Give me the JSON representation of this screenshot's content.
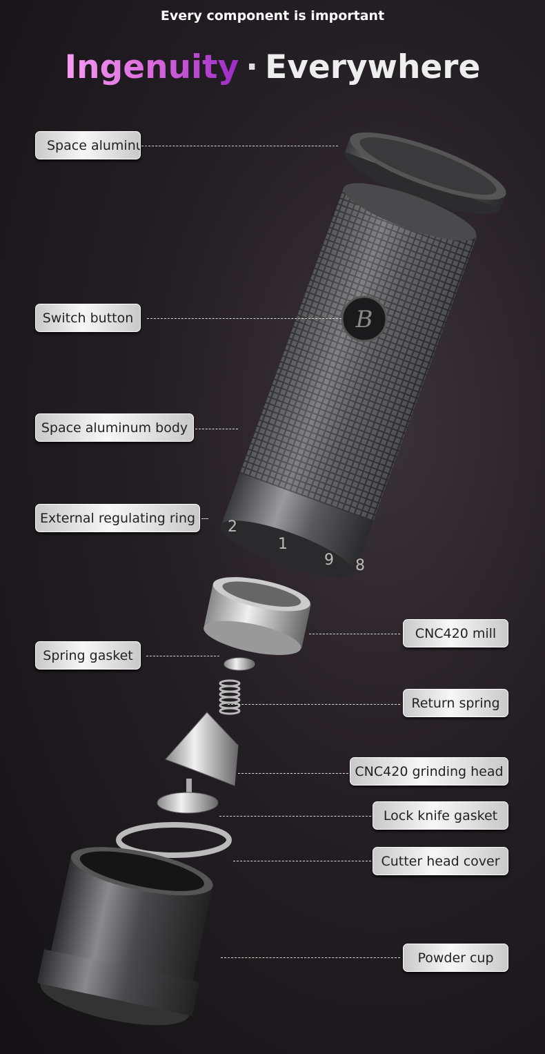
{
  "header": {
    "subtitle": "Every component is important",
    "title_highlight": "Ingenuity",
    "title_separator": "·",
    "title_rest": "Everywhere"
  },
  "colors": {
    "title_gradient_start": "#f59cf2",
    "title_gradient_end": "#9b2bc4",
    "background": "#1c181c"
  },
  "parts": [
    {
      "label": "Space aluminum top"
    },
    {
      "label": "Switch button"
    },
    {
      "label": "Space aluminum body"
    },
    {
      "label": "External regulating ring"
    },
    {
      "label": "CNC420 mill"
    },
    {
      "label": "Spring gasket"
    },
    {
      "label": "Return spring"
    },
    {
      "label": "CNC420 grinding head"
    },
    {
      "label": "Lock knife gasket"
    },
    {
      "label": "Cutter head cover"
    },
    {
      "label": "Powder cup"
    }
  ],
  "ring_numbers": [
    "2",
    "1",
    "9",
    "8"
  ]
}
